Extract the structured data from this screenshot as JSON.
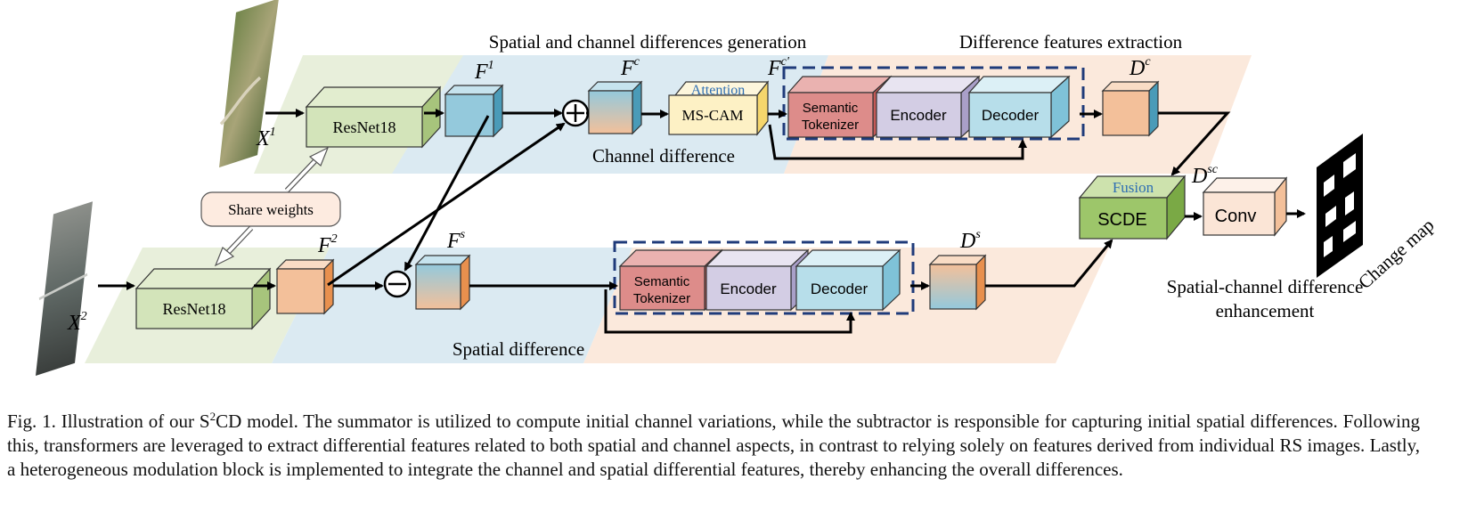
{
  "regions": {
    "top_title": "Spatial and channel differences  generation",
    "right_title": "Difference features  extraction",
    "channel_difference": "Channel difference",
    "spatial_difference": "Spatial difference",
    "enhancement_line1": "Spatial-channel difference",
    "enhancement_line2": "enhancement"
  },
  "inputs": {
    "x1_main": "X",
    "x1_sup": "1",
    "x2_main": "X",
    "x2_sup": "2"
  },
  "backbone": {
    "top": "ResNet18",
    "bottom": "ResNet18",
    "share_weights": "Share weights"
  },
  "features": {
    "f1_main": "F",
    "f1_sup": "1",
    "f2_main": "F",
    "f2_sup": "2",
    "fc_main": "F",
    "fc_sup": "c",
    "fcp_main": "F",
    "fcp_sup": "c'",
    "fs_main": "F",
    "fs_sup": "s",
    "dc_main": "D",
    "dc_sup": "c",
    "ds_main": "D",
    "ds_sup": "s",
    "dsc_main": "D",
    "dsc_sup": "sc"
  },
  "operators": {
    "sum": "+",
    "subtract": "−"
  },
  "attention": {
    "label": "Attention",
    "block": "MS-CAM"
  },
  "transformer": {
    "tokenizer_line1": "Semantic",
    "tokenizer_line2": "Tokenizer",
    "encoder": "Encoder",
    "decoder": "Decoder"
  },
  "fusion": {
    "label": "Fusion",
    "block": "SCDE",
    "conv": "Conv"
  },
  "output": {
    "label": "Change map"
  },
  "caption": {
    "prefix": "Fig. 1.  Illustration of our S",
    "sup": "2",
    "text": "CD model. The summator is utilized to compute initial channel variations, while the subtractor is responsible for capturing initial spatial differences. Following this, transformers are leveraged to extract differential features related to both spatial and channel aspects, in contrast to relying solely on features derived from individual RS images. Lastly, a heterogeneous modulation block is implemented to integrate the channel and spatial differential features, thereby enhancing the overall differences."
  },
  "colors": {
    "green_band": "#e8efdb",
    "blue_band": "#dbeaf2",
    "orange_band": "#fbe9dc",
    "resnet": "#d3e4ba",
    "feature_blue": "#94c9dc",
    "feature_orange": "#f3c09a",
    "attention": "#fdf1c5",
    "tokenizer": "#dd8c8a",
    "encoder": "#d3cde4",
    "decoder": "#b7deea",
    "scde": "#9dc66a",
    "conv": "#fbe5d6",
    "share": "#fdebe0",
    "dashed_box": "#1f3b7a",
    "blue_text": "#2f6fb3"
  }
}
